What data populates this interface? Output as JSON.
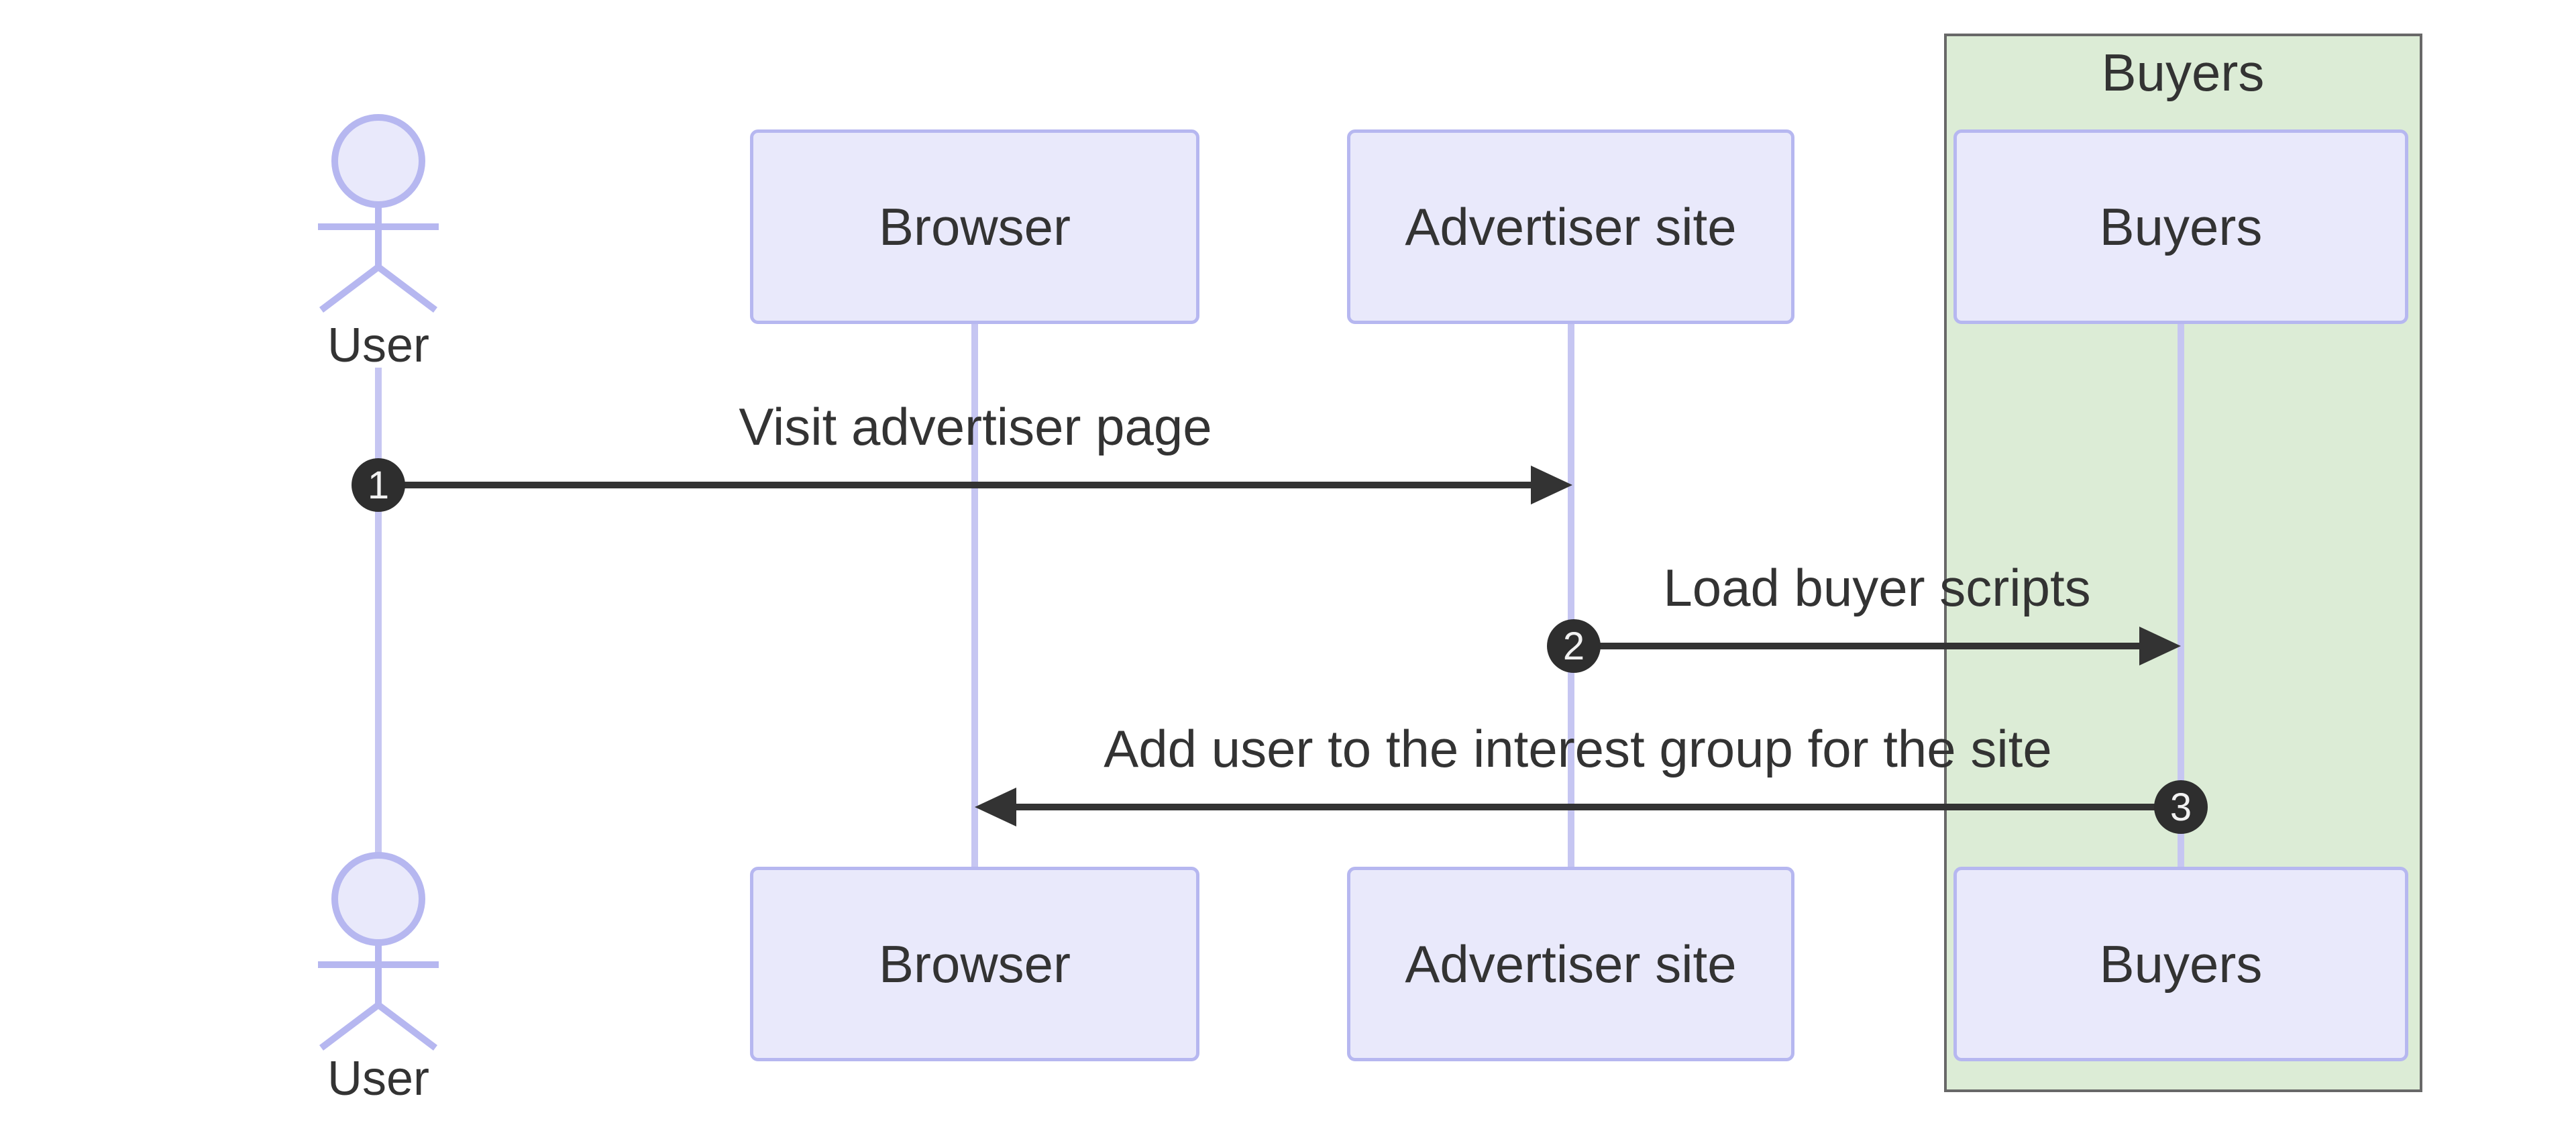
{
  "diagram_type": "sequence-diagram",
  "group": {
    "label": "Buyers"
  },
  "actor": {
    "label": "User"
  },
  "participants": [
    {
      "label": "Browser"
    },
    {
      "label": "Advertiser site"
    },
    {
      "label": "Buyers"
    }
  ],
  "messages": [
    {
      "num": "1",
      "label": "Visit advertiser page",
      "from": "User",
      "to": "Advertiser site",
      "direction": "right"
    },
    {
      "num": "2",
      "label": "Load buyer scripts",
      "from": "Advertiser site",
      "to": "Buyers",
      "direction": "right"
    },
    {
      "num": "3",
      "label": "Add user to the interest group for the site",
      "from": "Buyers",
      "to": "Browser",
      "direction": "left"
    }
  ],
  "colors": {
    "participant_fill": "#e9e9fb",
    "participant_border": "#b6b7f0",
    "lifeline": "#c6c6f2",
    "group_fill": "#dcecd6",
    "group_border": "#686868",
    "signal": "#333333",
    "number_badge_fill": "#2e2e2e",
    "number_badge_text": "#f2f2f2",
    "text": "#333333"
  }
}
